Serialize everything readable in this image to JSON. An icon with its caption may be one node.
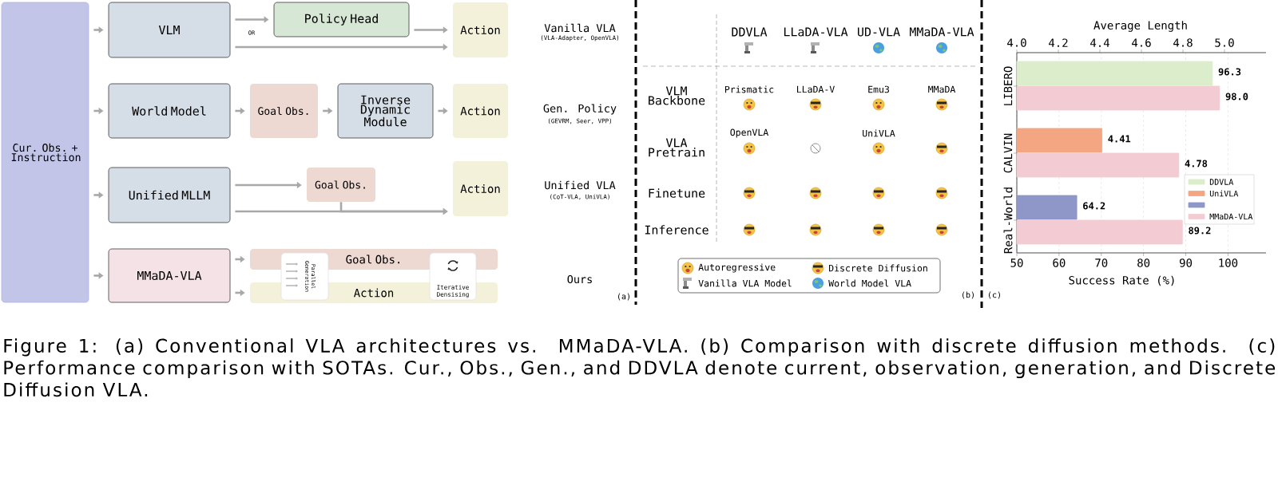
{
  "diagram": {
    "caption": "Figure 1: (a) Conventional VLA architectures vs. MMaDA-VLA. (b) Comparison with discrete diffusion methods. (c) Performance comparison with SOTAs. Cur., Obs., Gen., and DDVLA denote current, observation, generation, and Discrete Diffusion VLA.",
    "nodes": [
      {
        "text": [
          "Cur. Obs. + Instruction"
        ]
      },
      {
        "text": [
          "VLM"
        ]
      },
      {
        "text": [
          "Policy Head"
        ]
      },
      {
        "text": [
          "Action"
        ]
      },
      {
        "text": [
          "World Model"
        ]
      },
      {
        "text": [
          "Goal Obs."
        ]
      },
      {
        "text": [
          "Inverse Dynamic Module"
        ]
      },
      {
        "text": [
          "Action"
        ]
      },
      {
        "text": [
          "Unified MLLM"
        ]
      },
      {
        "text": [
          "Goal Obs."
        ]
      },
      {
        "text": [
          "Action"
        ]
      },
      {
        "text": [
          "MMaDA-VLA"
        ]
      },
      {
        "text": [
          "Goal Obs."
        ]
      },
      {
        "text": [
          "Action"
        ]
      },
      {
        "text": [
          "Parallel Generation"
        ]
      },
      {
        "text": [
          "Iterative Densising"
        ]
      }
    ],
    "edges": [
      {
        "from": 0,
        "to": 1,
        "arrow": "to"
      },
      {
        "from": 0,
        "to": 4,
        "arrow": "to"
      },
      {
        "from": 0,
        "to": 8,
        "arrow": "to"
      },
      {
        "from": 0,
        "to": 11,
        "arrow": "to"
      },
      {
        "from": 1,
        "to": 2,
        "arrow": "to"
      },
      {
        "from": 2,
        "to": 3,
        "arrow": "to"
      },
      {
        "from": 1,
        "to": 3,
        "arrow": "to"
      },
      {
        "from": 4,
        "to": 5,
        "arrow": "to"
      },
      {
        "from": 5,
        "to": 6,
        "arrow": "to"
      },
      {
        "from": 6,
        "to": 7,
        "arrow": "to"
      },
      {
        "from": 8,
        "to": 9,
        "arrow": "to"
      },
      {
        "from": 8,
        "to": 10,
        "arrow": "to"
      },
      {
        "from": 9,
        "to": 10,
        "arrow": "to"
      },
      {
        "from": 11,
        "to": 12,
        "arrow": "to"
      },
      {
        "from": 11,
        "to": 13,
        "arrow": "to"
      }
    ],
    "labels": [
      "OR",
      "Vanilla VLA",
      "(VLA-Adapter, OpenVLA)",
      "DDVLA",
      "LLaDA-VLA",
      "UD-VLA",
      "MMaDA-VLA",
      "VLM Backbone",
      "Prismatic",
      "LLaDA-V",
      "Emu3",
      "MMaDA",
      "Gen. Policy",
      "(GEVRM, Seer, VPP)",
      "VLA Pretrain",
      "OpenVLA",
      "UniVLA",
      "Unified VLA",
      "(CoT-VLA, UniVLA)",
      "Finetune",
      "Inference",
      "Ours",
      "(a)",
      "(b)",
      "(c)"
    ],
    "legend": [
      {
        "text": "Autoregressive"
      },
      {
        "text": "Discrete Diffusion"
      },
      {
        "text": "Vanilla VLA Model"
      },
      {
        "text": "World Model VLA"
      }
    ],
    "chart_data": {
      "type": "bar",
      "orientation": "horizontal",
      "xlabel": "Success Rate (%)",
      "x2label": "Average Length",
      "categories": [
        "LIBERO",
        "CALVIN",
        "Real-World"
      ],
      "xlim": [
        50,
        109
      ],
      "xticks": [
        50,
        60,
        70,
        80,
        90,
        100
      ],
      "x2lim": [
        4.0,
        5.2
      ],
      "x2ticks": [
        {
          "value": 4.0,
          "label": "4.0"
        },
        {
          "value": 4.2,
          "label": "4.2"
        },
        {
          "value": 4.4,
          "label": "4.4"
        },
        {
          "value": 4.6,
          "label": "4.6"
        },
        {
          "value": 4.8,
          "label": "4.8"
        },
        {
          "value": 5.0,
          "label": "5.0"
        }
      ],
      "grid": true,
      "legend": "lower right",
      "series": [
        {
          "name": "DDVLA",
          "color": "#dcedcc",
          "values": [
            96.3,
            null,
            null
          ]
        },
        {
          "name": "UniVLA",
          "color": "#f4a582",
          "axis": "x2",
          "values": [
            null,
            4.41,
            null
          ]
        },
        {
          "color": "#8f96c8",
          "values": [
            null,
            null,
            64.2
          ]
        },
        {
          "name": "MMaDA-VLA",
          "color": "#f2ccd2",
          "values": [
            98.0,
            null,
            89.2
          ]
        },
        {
          "color": "#f2ccd2",
          "axis": "x2",
          "values": [
            null,
            4.78,
            null
          ]
        }
      ],
      "value_labels": [
        [
          "96.3",
          null,
          null
        ],
        [
          null,
          "4.41",
          null
        ],
        [
          null,
          null,
          "64.2"
        ],
        [
          "98.0",
          null,
          "89.2"
        ],
        [
          null,
          "4.78",
          null
        ]
      ]
    }
  }
}
